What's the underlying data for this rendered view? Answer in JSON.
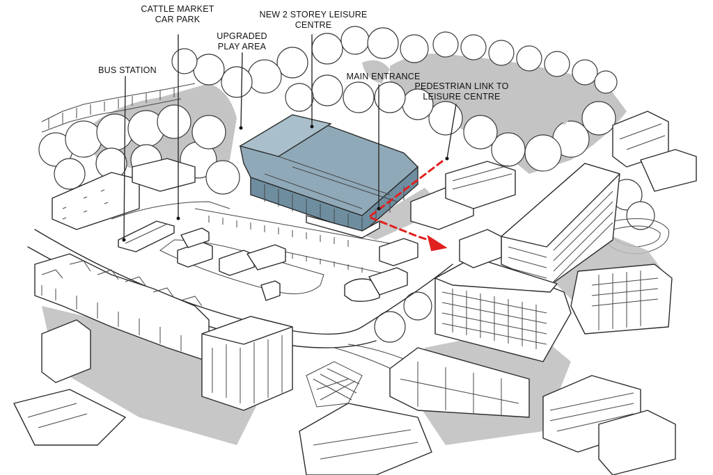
{
  "labels": {
    "cattle_market": [
      "CATTLE MARKET",
      "CAR PARK"
    ],
    "leisure_centre": [
      "NEW 2 STOREY LEISURE",
      "CENTRE"
    ],
    "play_area": [
      "UPGRADED",
      "PLAY AREA"
    ],
    "bus_station": [
      "BUS STATION"
    ],
    "main_entrance": [
      "MAIN ENTRANCE"
    ],
    "pedestrian_link": [
      "PEDESTRIAN LINK TO",
      "LEISURE CENTRE"
    ]
  },
  "colors": {
    "leisure_roof": "#8fa9b8",
    "leisure_wall": "#6e8ea0",
    "pedestrian_link": "#e0201e",
    "shadow": "#bdbdbd"
  }
}
